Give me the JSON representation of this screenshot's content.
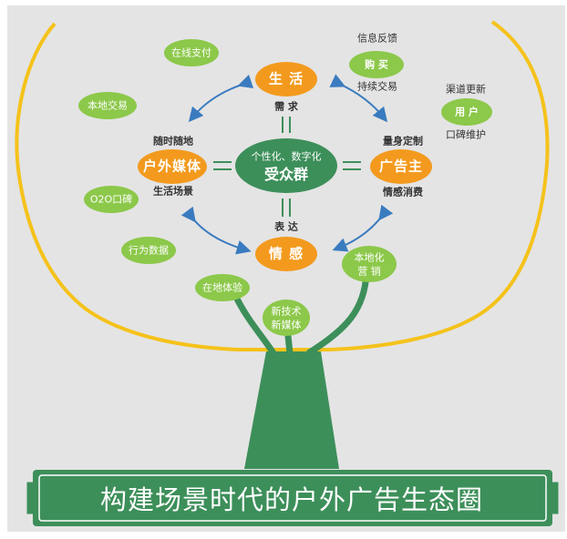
{
  "center": {
    "line1": "个性化、数字化",
    "line2": "受众群"
  },
  "orange_nodes": {
    "top": "生 活",
    "left": "户外媒体",
    "right": "广告主",
    "bottom": "情 感"
  },
  "connector_labels": {
    "top": "需 求",
    "bottom": "表 达",
    "left_top": "随时随地",
    "left_bottom": "生活场景",
    "right_top": "量身定制",
    "right_bottom": "情感消费"
  },
  "green_leaves": {
    "online_payment": "在线支付",
    "purchase": "购 买",
    "local_trade": "本地交易",
    "users": "用 户",
    "o2o": "O2O口碑",
    "behavior_data": "行为数据",
    "local_experience": "在地体验",
    "local_marketing_1": "本地化",
    "local_marketing_2": "营 销",
    "new_tech_1": "新技术",
    "new_tech_2": "新媒体"
  },
  "side_notes": {
    "info_feedback": "信息反馈",
    "continuous_trade": "持续交易",
    "channel_update": "渠道更新",
    "word_of_mouth": "口碑维护"
  },
  "banner": {
    "title": "构建场景时代的户外广告生态圈"
  },
  "colors": {
    "orange": "#f39a1e",
    "dark_green": "#3d8f5a",
    "light_green": "#8cc84a",
    "crown_outline": "#f5c21b",
    "arrow_blue": "#3a7bbf",
    "background": "#e4e4e4"
  }
}
